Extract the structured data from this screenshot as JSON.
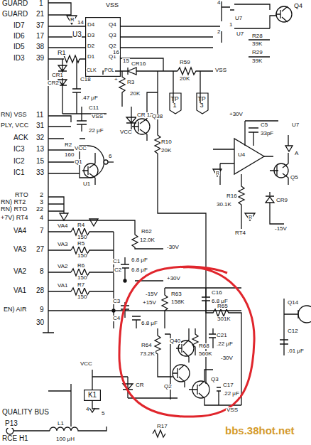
{
  "diagram": {
    "nodes": [
      {
        "text": [
          "U3"
        ]
      },
      {
        "text": [
          "TP 1"
        ]
      },
      {
        "text": [
          "TP 3"
        ]
      },
      {
        "text": [
          "K1"
        ]
      }
    ],
    "labels": [
      "GUARD",
      "1",
      "GUARD",
      "21",
      "ID7",
      "37",
      "ID6",
      "17",
      "ID5",
      "38",
      "ID3",
      "39",
      "RN) VSS",
      "11",
      "PLY, VCC",
      "31",
      "ACK",
      "32",
      "IC3",
      "13",
      "IC2",
      "15",
      "IC1",
      "33",
      "RTO",
      "2",
      "RN) RT2",
      "3",
      "RN) RTO",
      "22",
      "+7V) RT4",
      "4",
      "VA4",
      "7",
      "VA3",
      "27",
      "VA2",
      "8",
      "VA1",
      "28",
      "EN) AIR",
      "9",
      "30",
      "QUALITY BUS",
      "P13",
      "RCE H1",
      "VSS",
      "14",
      "D4",
      "D3",
      "D2",
      "D1",
      "Q4",
      "Q3",
      "Q2",
      "Q1",
      "CLK",
      "POL",
      "16",
      "15",
      "R",
      "R1",
      "CR1",
      "CR2",
      "C18",
      ".47 μF",
      "+",
      "R3",
      "20K",
      "CR16",
      "C11",
      "VSS",
      "22 μF",
      "CR 12",
      "VCC",
      "Q1",
      "R2",
      "160",
      "U1",
      "6",
      "4",
      "U7",
      "2",
      "U7",
      "1",
      "R28",
      "39K",
      "R29",
      "39K",
      "Q4",
      "R59",
      "20K",
      "VSS",
      "VCC",
      "Q38",
      "R10",
      "20K",
      "+30V",
      "C5",
      "33pF",
      "U4",
      "Q5",
      "U7",
      "A",
      "R",
      "R16",
      "30.1K",
      "CR9",
      "R",
      "RT4",
      "-15V",
      "R62",
      "12.0K",
      "-30V",
      "VA4",
      "VA3",
      "VA2",
      "VA1",
      "R4",
      "150",
      "R5",
      "150",
      "R6",
      "150",
      "R7",
      "150",
      "C1",
      "6.8 μF",
      "C2",
      "6.8 μF",
      "+30V",
      "C3",
      "C4",
      "-15V",
      "+15V",
      "6.8 μF",
      "R63",
      "158K",
      "C16",
      "6.8 μF",
      "R65",
      "301K",
      "R64",
      "73.2K",
      "Q40",
      "R68",
      "560K",
      "C21",
      ".22 μF",
      "-30V",
      "Q2",
      "Q3",
      "C17",
      ".22 μF",
      "VSS",
      "VCC",
      "CR",
      "4",
      "5",
      "L1",
      "100 μH",
      "R17",
      "Q14",
      "C12",
      ".01 μF",
      "bbs.38hot.net"
    ]
  }
}
